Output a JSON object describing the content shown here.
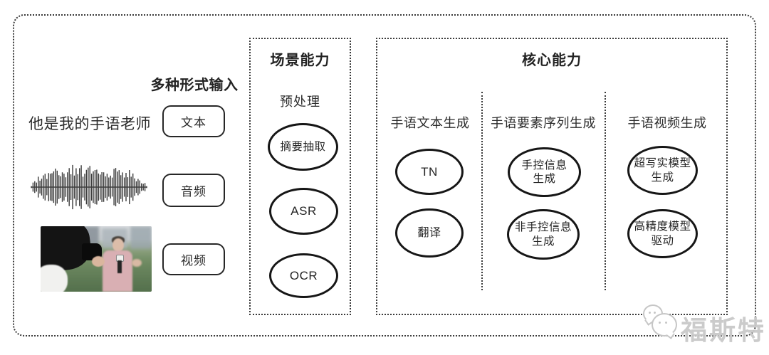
{
  "input_section": {
    "heading": "多种形式输入",
    "sample_sentence": "他是我的手语老师",
    "items": [
      {
        "label": "文本"
      },
      {
        "label": "音频"
      },
      {
        "label": "视频"
      }
    ],
    "icons": {
      "waveform": "audio-waveform-icon",
      "video_thumbnail": "reporter-video-thumbnail"
    }
  },
  "scene_section": {
    "title": "场景能力",
    "subtitle": "预处理",
    "nodes": [
      {
        "label": "摘要抽取"
      },
      {
        "label": "ASR"
      },
      {
        "label": "OCR"
      }
    ]
  },
  "core_section": {
    "title": "核心能力",
    "columns": [
      {
        "header": "手语文本生成",
        "nodes": [
          {
            "label": "TN"
          },
          {
            "label": "翻译"
          }
        ]
      },
      {
        "header": "手语要素序列生成",
        "nodes": [
          {
            "label": "手控信息\n生成"
          },
          {
            "label": "非手控信息\n生成"
          }
        ]
      },
      {
        "header": "手语视频生成",
        "nodes": [
          {
            "label": "超写实模型\n生成"
          },
          {
            "label": "高精度模型\n驱动"
          }
        ]
      }
    ]
  },
  "watermark": {
    "label": "福斯特",
    "icon": "chat-bubbles-icon",
    "color": "#c9c9c9"
  },
  "colors": {
    "background": "#ffffff",
    "line": "#3a3a3a",
    "node_stroke": "#161616",
    "text": "#222222"
  }
}
